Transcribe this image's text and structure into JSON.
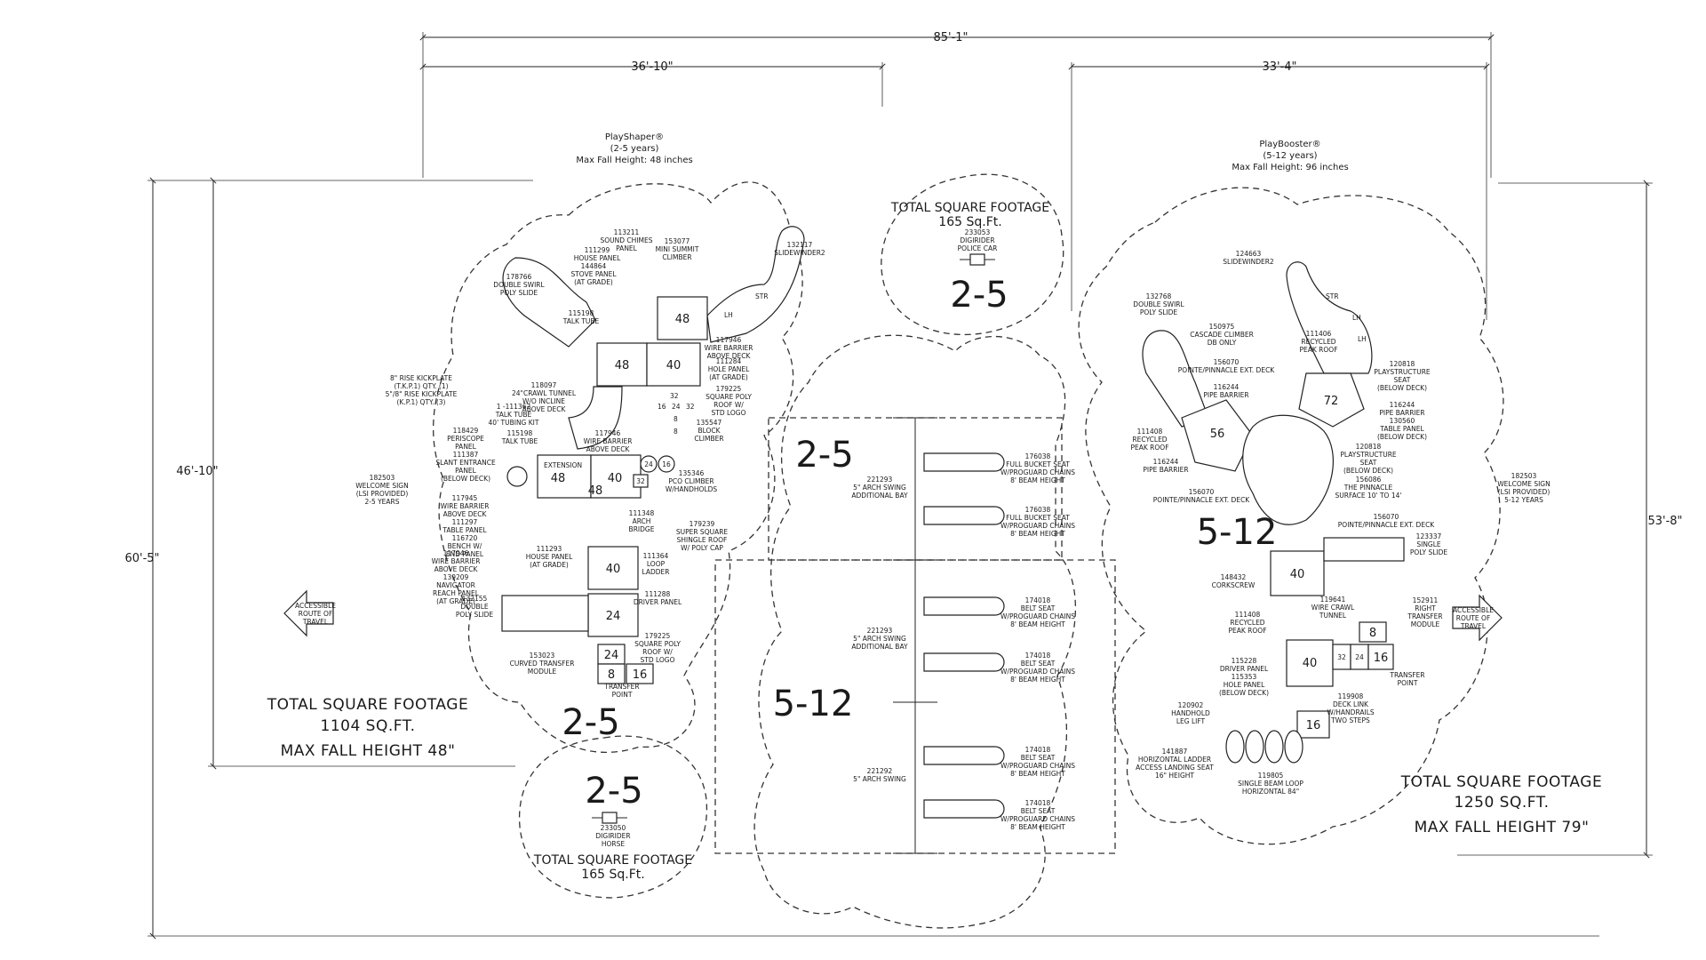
{
  "dimensions": {
    "overall_width": "85'-1\"",
    "left_width": "36'-10\"",
    "right_width": "33'-4\"",
    "left_height": "46'-10\"",
    "overall_height": "60'-5\"",
    "right_height": "53'-8\""
  },
  "structures": {
    "left": {
      "brand": "PlayShaper®",
      "age": "(2-5 years)",
      "max_fall": "Max Fall Height: 48 inches"
    },
    "right": {
      "brand": "PlayBooster®",
      "age": "(5-12 years)",
      "max_fall": "Max Fall Height: 96 inches"
    }
  },
  "zones": {
    "left_age": "2-5",
    "car_age": "2-5",
    "horse_age": "2-5",
    "swing_top_age": "2-5",
    "swing_bottom_age": "5-12",
    "right_age": "5-12"
  },
  "footage": {
    "left": {
      "title": "TOTAL SQUARE FOOTAGE",
      "value": "1104 SQ.FT.",
      "fall": "MAX FALL HEIGHT 48\""
    },
    "car": {
      "title": "TOTAL SQUARE FOOTAGE",
      "value": "165 Sq.Ft."
    },
    "horse": {
      "title": "TOTAL SQUARE FOOTAGE",
      "value": "165 Sq.Ft."
    },
    "right": {
      "title": "TOTAL SQUARE FOOTAGE",
      "value": "1250 SQ.FT.",
      "fall": "MAX FALL HEIGHT 79\""
    }
  },
  "decks": {
    "l1": "48",
    "l2": "48",
    "l3": "40",
    "l4": "40",
    "l5": "48",
    "l6": "48",
    "l7": "40",
    "l8": "32",
    "l9": "16",
    "l10": "24",
    "l11": "32",
    "l12": "8",
    "l13": "24",
    "l14": "16",
    "l15": "8",
    "l16": "24",
    "l17": "16",
    "l18": "32",
    "l19": "8",
    "l20": "24",
    "l21": "16",
    "r1": "56",
    "r2": "72",
    "r3": "40",
    "r4": "40",
    "r5": "8",
    "r6": "32",
    "r7": "24",
    "r8": "16",
    "r9": "16",
    "slide_l_str": "STR",
    "slide_l_lh": "LH",
    "slide_r_str": "STR",
    "slide_r_lh": "LH",
    "slide_r_lh2": "LH",
    "extension": "EXTENSION"
  },
  "signs": {
    "left_route": [
      "ACCESSIBLE",
      "ROUTE OF",
      "TRAVEL"
    ],
    "right_route": [
      "ACCESSIBLE",
      "ROUTE OF",
      "TRAVEL"
    ]
  },
  "labels": {
    "l_a": [
      "113211",
      "SOUND CHIMES",
      "PANEL"
    ],
    "l_b": [
      "111299",
      "HOUSE PANEL"
    ],
    "l_c": [
      "144864",
      "STOVE PANEL",
      "(AT GRADE)"
    ],
    "l_d": [
      "153077",
      "MINI SUMMIT",
      "CLIMBER"
    ],
    "l_e": [
      "132117",
      "SLIDEWINDER2"
    ],
    "l_f": [
      "178766",
      "DOUBLE SWIRL",
      "POLY SLIDE"
    ],
    "l_g": [
      "115198",
      "TALK TUBE"
    ],
    "l_h": [
      "117946",
      "WIRE BARRIER",
      "ABOVE DECK"
    ],
    "l_i": [
      "111284",
      "HOLE PANEL",
      "(AT GRADE)"
    ],
    "l_j": [
      "8\" RISE KICKPLATE",
      "(T.K.P.1) QTY. (1)",
      "5\"/8\" RISE KICKPLATE",
      "(K.P.1) QTY. (3)"
    ],
    "l_k": [
      "118097",
      "24\"CRAWL TUNNEL",
      "W/O INCLINE",
      "ABOVE DECK"
    ],
    "l_l": [
      "179225",
      "SQUARE POLY",
      "ROOF W/",
      "STD LOGO"
    ],
    "l_m": [
      "1 -111362",
      "TALK TUBE",
      "40' TUBING KIT"
    ],
    "l_n": [
      "135547",
      "BLOCK",
      "CLIMBER"
    ],
    "l_o": [
      "118429",
      "PERISCOPE",
      "PANEL",
      "111387",
      "SLANT ENTRANCE",
      "PANEL",
      "(BELOW DECK)"
    ],
    "l_p": [
      "115198",
      "TALK TUBE"
    ],
    "l_q": [
      "117946",
      "WIRE BARRIER",
      "ABOVE DECK"
    ],
    "l_r": [
      "135346",
      "PCO CLIMBER",
      "W/HANDHOLDS"
    ],
    "l_s": [
      "182503",
      "WELCOME SIGN",
      "(LSI PROVIDED)",
      "2-5 YEARS"
    ],
    "l_t": [
      "117945",
      "WIRE BARRIER",
      "ABOVE DECK",
      "111297",
      "TABLE PANEL",
      "116720",
      "BENCH W/",
      "END PANEL"
    ],
    "l_u": [
      "111348",
      "ARCH",
      "BRIDGE"
    ],
    "l_v": [
      "179239",
      "SUPER SQUARE",
      "SHINGLE ROOF",
      "W/ POLY CAP"
    ],
    "l_w": [
      "111293",
      "HOUSE PANEL",
      "(AT GRADE)"
    ],
    "l_x": [
      "117946",
      "WIRE BARRIER",
      "ABOVE DECK",
      "139209",
      "NAVIGATOR",
      "REACH PANEL",
      "(AT GRADE)"
    ],
    "l_y": [
      "111364",
      "LOOP",
      "LADDER"
    ],
    "l_z": [
      "132155",
      "DOUBLE",
      "POLY SLIDE"
    ],
    "l_aa": [
      "111288",
      "DRIVER PANEL"
    ],
    "l_ab": [
      "179225",
      "SQUARE POLY",
      "ROOF W/",
      "STD LOGO"
    ],
    "l_ac": [
      "153023",
      "CURVED TRANSFER",
      "MODULE"
    ],
    "l_ad": [
      "TRANSFER",
      "POINT"
    ],
    "car": [
      "233053",
      "DIGIRIDER",
      "POLICE CAR"
    ],
    "horse": [
      "233050",
      "DIGIRIDER",
      "HORSE"
    ],
    "s_a": [
      "221293",
      "5\" ARCH SWING",
      "ADDITIONAL BAY"
    ],
    "s_b": [
      "176038",
      "FULL BUCKET SEAT",
      "W/PROGUARD CHAINS",
      "8' BEAM HEIGHT"
    ],
    "s_c": [
      "176038",
      "FULL BUCKET SEAT",
      "W/PROGUARD CHAINS",
      "8' BEAM HEIGHT"
    ],
    "s_d": [
      "174018",
      "BELT SEAT",
      "W/PROGUARD CHAINS",
      "8' BEAM HEIGHT"
    ],
    "s_e": [
      "221293",
      "5\" ARCH SWING",
      "ADDITIONAL BAY"
    ],
    "s_f": [
      "174018",
      "BELT SEAT",
      "W/PROGUARD CHAINS",
      "8' BEAM HEIGHT"
    ],
    "s_g": [
      "174018",
      "BELT SEAT",
      "W/PROGUARD CHAINS",
      "8' BEAM HEIGHT"
    ],
    "s_h": [
      "221292",
      "5\" ARCH SWING"
    ],
    "s_i": [
      "174018",
      "BELT SEAT",
      "W/PROGUARD CHAINS",
      "8' BEAM HEIGHT"
    ],
    "r_a": [
      "124663",
      "SLIDEWINDER2"
    ],
    "r_b": [
      "132768",
      "DOUBLE SWIRL",
      "POLY SLIDE"
    ],
    "r_c": [
      "150975",
      "CASCADE CLIMBER",
      "DB ONLY"
    ],
    "r_d": [
      "111406",
      "RECYCLED",
      "PEAK ROOF"
    ],
    "r_e": [
      "156070",
      "POINTE/PINNACLE EXT. DECK"
    ],
    "r_f": [
      "120818",
      "PLAYSTRUCTURE",
      "SEAT",
      "(BELOW DECK)"
    ],
    "r_g": [
      "116244",
      "PIPE BARRIER"
    ],
    "r_h": [
      "116244",
      "PIPE BARRIER",
      "130560",
      "TABLE PANEL",
      "(BELOW DECK)"
    ],
    "r_i": [
      "111408",
      "RECYCLED",
      "PEAK ROOF"
    ],
    "r_j": [
      "120818",
      "PLAYSTRUCTURE",
      "SEAT",
      "(BELOW DECK)"
    ],
    "r_k": [
      "116244",
      "PIPE BARRIER"
    ],
    "r_l": [
      "156086",
      "THE PINNACLE",
      "SURFACE 10' TO 14'"
    ],
    "r_m": [
      "156070",
      "POINTE/PINNACLE EXT. DECK"
    ],
    "r_n": [
      "156070",
      "POINTE/PINNACLE EXT. DECK"
    ],
    "r_o": [
      "182503",
      "WELCOME SIGN",
      "(LSI PROVIDED)",
      "5-12 YEARS"
    ],
    "r_p": [
      "123337",
      "SINGLE",
      "POLY SLIDE"
    ],
    "r_q": [
      "148432",
      "CORKSCREW"
    ],
    "r_r": [
      "119641",
      "WIRE CRAWL",
      "TUNNEL"
    ],
    "r_s": [
      "111408",
      "RECYCLED",
      "PEAK ROOF"
    ],
    "r_t": [
      "152911",
      "RIGHT",
      "TRANSFER",
      "MODULE"
    ],
    "r_u": [
      "115228",
      "DRIVER PANEL",
      "115353",
      "HOLE PANEL",
      "(BELOW DECK)"
    ],
    "r_v": [
      "TRANSFER",
      "POINT"
    ],
    "r_w": [
      "119908",
      "DECK LINK",
      "W/HANDRAILS",
      "TWO STEPS"
    ],
    "r_x": [
      "120902",
      "HANDHOLD",
      "LEG LIFT"
    ],
    "r_y": [
      "141887",
      "HORIZONTAL LADDER",
      "ACCESS LANDING SEAT",
      "16\" HEIGHT"
    ],
    "r_z": [
      "119805",
      "SINGLE BEAM LOOP",
      "HORIZONTAL 84\""
    ]
  }
}
